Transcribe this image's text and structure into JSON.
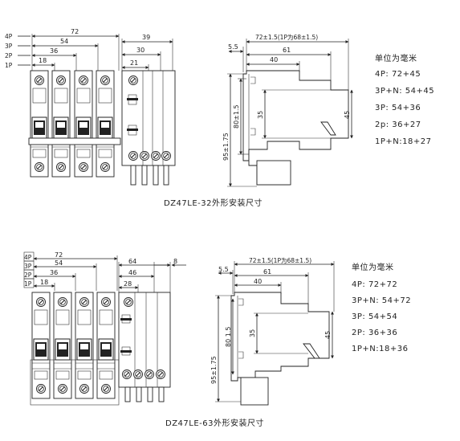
{
  "top": {
    "front": {
      "pole_labels": [
        "4P",
        "3P",
        "2P",
        "1P"
      ],
      "width_dims": [
        "72",
        "54",
        "36",
        "18"
      ],
      "leakage_dims": [
        "39",
        "30",
        "21"
      ]
    },
    "side": {
      "dims_h": [
        "5.5",
        "72±1.5(1P为68±1.5)",
        "61",
        "40"
      ],
      "dims_v": [
        "35",
        "80±1.5",
        "95±1.75",
        "45"
      ]
    },
    "caption": "DZ47LE-32外形安装尺寸",
    "spec_title": "单位为毫米",
    "specs": [
      "4P: 72+45",
      "3P+N: 54+45",
      "3P: 54+36",
      "2p: 36+27",
      "1P+N:18+27"
    ]
  },
  "bottom": {
    "front": {
      "pole_labels": [
        "4P",
        "3P",
        "2P",
        "1P"
      ],
      "width_dims": [
        "72",
        "54",
        "36",
        "18"
      ],
      "leakage_dims": [
        "64",
        "8",
        "46",
        "28"
      ]
    },
    "side": {
      "dims_h": [
        "5.5",
        "72±1.5(1P为68±1.5)",
        "61",
        "40"
      ],
      "dims_v": [
        "35",
        "80 1.5",
        "95±1.75",
        "45"
      ]
    },
    "caption": "DZ47LE-63外形安装尺寸",
    "spec_title": "单位为毫米",
    "specs": [
      "4P: 72+72",
      "3P+N: 54+72",
      "3P: 54+54",
      "2P: 36+36",
      "1P+N:18+36"
    ]
  }
}
